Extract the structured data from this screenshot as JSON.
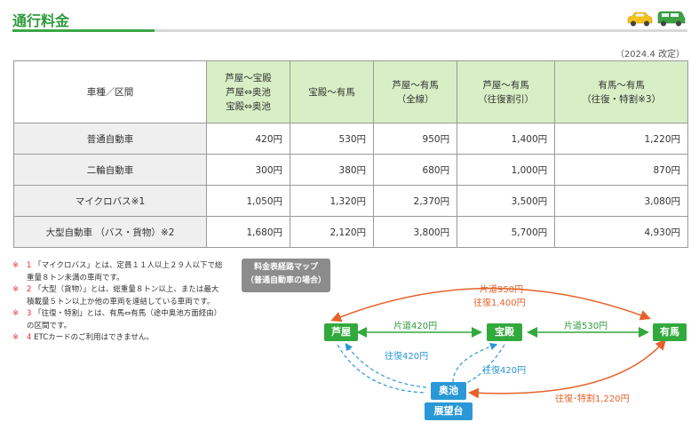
{
  "header": {
    "title": "通行料金"
  },
  "revised": "（2024.4 改定）",
  "table": {
    "corner": "車種／区間",
    "columns": [
      "芦屋～宝殿\n芦屋⇔奥池\n宝殿⇔奥池",
      "宝殿～有馬",
      "芦屋～有馬\n（全線）",
      "芦屋～有馬\n（往復割引）",
      "有馬～有馬\n（往復・特割※3）"
    ],
    "rows": [
      {
        "label": "普通自動車",
        "cells": [
          "420円",
          "530円",
          "950円",
          "1,400円",
          "1,220円"
        ]
      },
      {
        "label": "二輪自動車",
        "cells": [
          "300円",
          "380円",
          "680円",
          "1,000円",
          "870円"
        ]
      },
      {
        "label": "マイクロバス※1",
        "cells": [
          "1,050円",
          "1,320円",
          "2,370円",
          "3,500円",
          "3,080円"
        ]
      },
      {
        "label": "大型自動車 （バス・貨物）※2",
        "cells": [
          "1,680円",
          "2,120円",
          "3,800円",
          "5,700円",
          "4,930円"
        ]
      }
    ]
  },
  "notes": [
    {
      "mark": "※",
      "num": "1",
      "text": "「マイクロバス」とは、定員１１人以上２９人以下で総重量８トン未満の車両です。"
    },
    {
      "mark": "※",
      "num": "2",
      "text": "「大型（貨物）」とは、総重量８トン以上、または最大積載量５トン以上か他の車両を連結している車両です。"
    },
    {
      "mark": "※",
      "num": "3",
      "text": "「往復・特割」とは、有馬⇔有馬（途中奥池方面経由）の区間です。"
    },
    {
      "mark": "※",
      "num": "4",
      "text": "ETCカードのご利用はできません。"
    }
  ],
  "map": {
    "title_line1": "料金表経路マップ",
    "title_line2": "（普通自動車の場合）",
    "nodes": {
      "ashiya": "芦屋",
      "houden": "宝殿",
      "arima": "有馬",
      "okuike": "奥池",
      "tenbodai": "展望台"
    },
    "labels": {
      "oneway_950": "片道950円",
      "round_1400": "往復1,400円",
      "oneway_420": "片道420円",
      "oneway_530": "片道530円",
      "okuike_ashiya": "往復420円",
      "okuike_houden": "往復420円",
      "tokuwari": "往復･特割1,220円"
    },
    "colors": {
      "green": "#32a93d",
      "orange": "#e6622a",
      "blue": "#2a98d6"
    }
  }
}
